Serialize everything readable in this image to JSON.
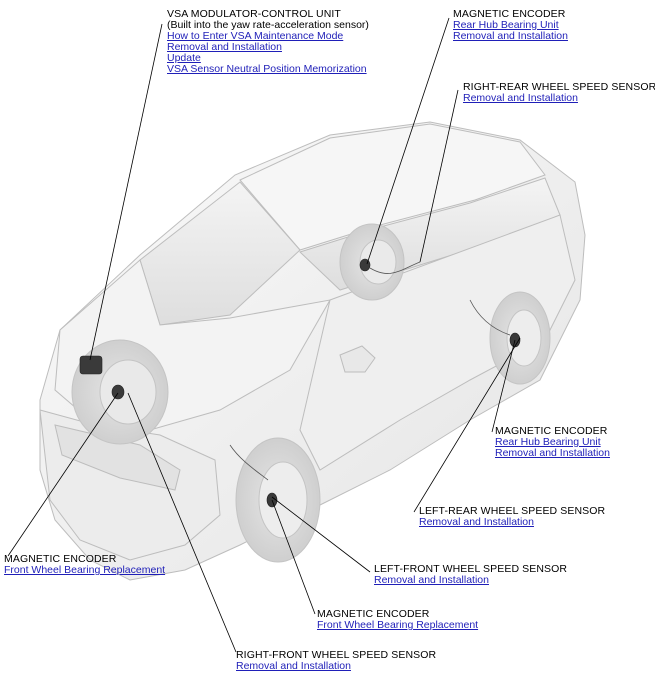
{
  "callouts": {
    "vsa": {
      "title": "VSA MODULATOR-CONTROL UNIT",
      "note": "(Built into the yaw rate-acceleration sensor)",
      "links": [
        "How to Enter VSA Maintenance Mode",
        "Removal and Installation",
        "Update",
        "VSA Sensor Neutral Position Memorization"
      ]
    },
    "rear_encoder_top": {
      "title": "MAGNETIC ENCODER",
      "links": [
        "Rear Hub Bearing Unit",
        "Removal and Installation"
      ]
    },
    "rr_speed_sensor": {
      "title": "RIGHT-REAR WHEEL SPEED SENSOR",
      "links": [
        "Removal and Installation"
      ]
    },
    "rear_encoder_right": {
      "title": "MAGNETIC ENCODER",
      "links": [
        "Rear Hub Bearing Unit",
        "Removal and Installation"
      ]
    },
    "lr_speed_sensor": {
      "title": "LEFT-REAR WHEEL SPEED SENSOR",
      "links": [
        "Removal and Installation"
      ]
    },
    "front_encoder_left": {
      "title": "MAGNETIC ENCODER",
      "links": [
        "Front Wheel Bearing Replacement"
      ]
    },
    "lf_speed_sensor": {
      "title": "LEFT-FRONT WHEEL SPEED SENSOR",
      "links": [
        "Removal and Installation"
      ]
    },
    "front_encoder_bottom": {
      "title": "MAGNETIC ENCODER",
      "links": [
        "Front Wheel Bearing Replacement"
      ]
    },
    "rf_speed_sensor": {
      "title": "RIGHT-FRONT WHEEL SPEED SENSOR",
      "links": [
        "Removal and Installation"
      ]
    }
  }
}
